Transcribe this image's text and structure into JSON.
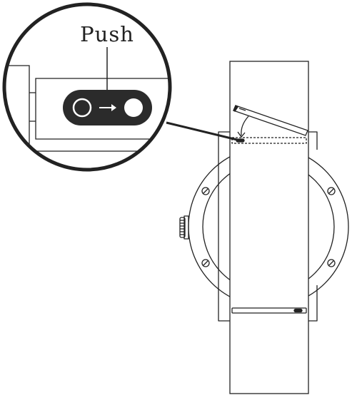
{
  "diagram": {
    "callout_label": "Push",
    "colors": {
      "ink": "#222222",
      "paper": "#ffffff",
      "button_fill": "#2b2b2b",
      "button_symbol": "#ffffff"
    },
    "icons": {
      "magnifier": "zoom-callout-circle",
      "release_button": "quick-release-button",
      "arrow": "arrow-right-icon",
      "tool": "spring-bar-tool",
      "curved_arrow": "curved-arrow-down-icon"
    }
  }
}
